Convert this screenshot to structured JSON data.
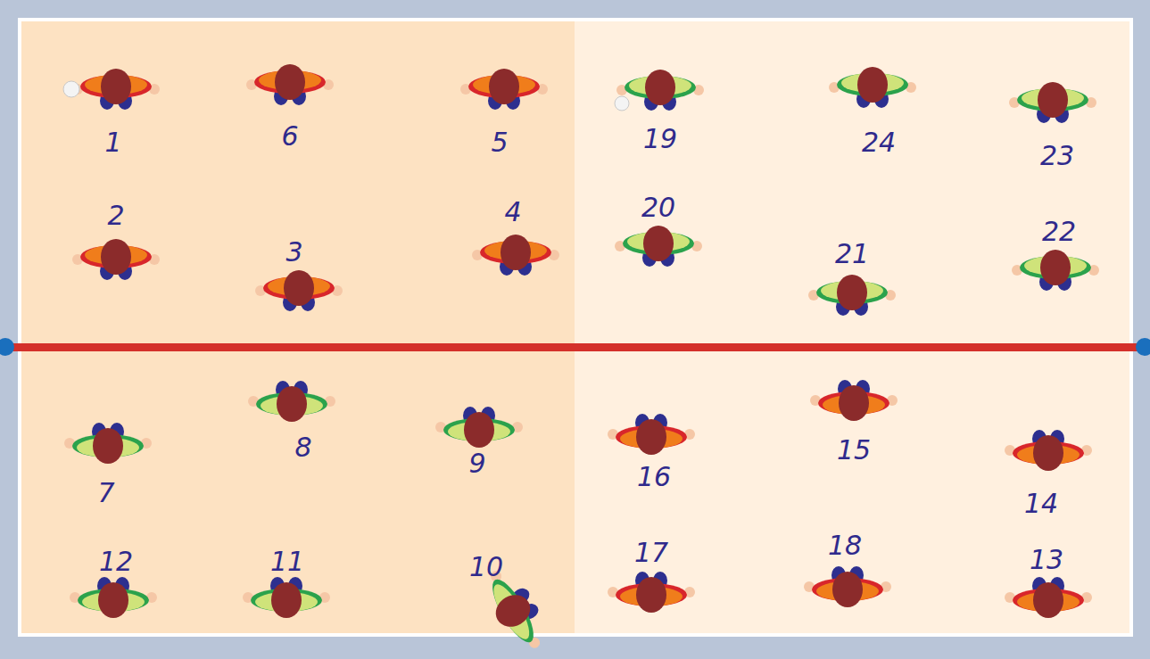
{
  "diagram": {
    "labels": [
      "1",
      "6",
      "5",
      "19",
      "24",
      "23",
      "2",
      "3",
      "4",
      "20",
      "21",
      "22",
      "7",
      "8",
      "9",
      "16",
      "15",
      "14",
      "12",
      "11",
      "10",
      "17",
      "18",
      "13"
    ]
  }
}
